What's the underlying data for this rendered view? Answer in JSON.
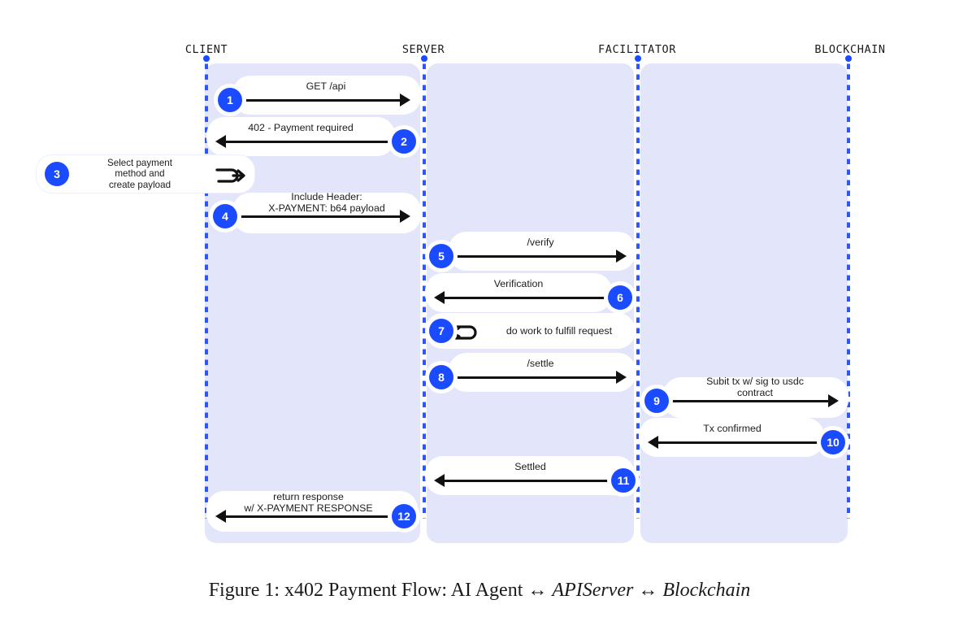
{
  "figure": {
    "caption_prefix": "Figure 1: x402 Payment Flow: AI Agent ",
    "caption_arrow1": "↔",
    "caption_italic1": "APIServer",
    "caption_arrow2": "↔",
    "caption_italic2": "Blockchain"
  },
  "colors": {
    "lane_background": "#e3e6fb",
    "lifeline": "#1a4bff",
    "badge": "#1a4bff",
    "badge_text": "#ffffff",
    "arrow": "#111111",
    "pill": "#ffffff",
    "text": "#1c1c1c"
  },
  "actors": [
    {
      "id": "client",
      "label": "CLIENT"
    },
    {
      "id": "server",
      "label": "SERVER"
    },
    {
      "id": "facilitator",
      "label": "FACILITATOR"
    },
    {
      "id": "blockchain",
      "label": "BLOCKCHAIN"
    }
  ],
  "messages": [
    {
      "number": "1",
      "label": "GET /api",
      "from": "client",
      "to": "server",
      "direction": "right"
    },
    {
      "number": "2",
      "label": "402 - Payment required",
      "from": "server",
      "to": "client",
      "direction": "left"
    },
    {
      "number": "4",
      "label": "Include Header:\nX-PAYMENT: b64 payload",
      "from": "client",
      "to": "server",
      "direction": "right"
    },
    {
      "number": "5",
      "label": "/verify",
      "from": "server",
      "to": "facilitator",
      "direction": "right"
    },
    {
      "number": "6",
      "label": "Verification",
      "from": "facilitator",
      "to": "server",
      "direction": "left"
    },
    {
      "number": "8",
      "label": "/settle",
      "from": "server",
      "to": "facilitator",
      "direction": "right"
    },
    {
      "number": "9",
      "label": "Subit tx w/ sig to usdc\ncontract",
      "from": "facilitator",
      "to": "blockchain",
      "direction": "right"
    },
    {
      "number": "10",
      "label": "Tx confirmed",
      "from": "blockchain",
      "to": "facilitator",
      "direction": "left"
    },
    {
      "number": "11",
      "label": "Settled",
      "from": "facilitator",
      "to": "server",
      "direction": "left"
    },
    {
      "number": "12",
      "label": "return response\nw/ X-PAYMENT RESPONSE",
      "from": "server",
      "to": "client",
      "direction": "left"
    }
  ],
  "self_messages": [
    {
      "number": "3",
      "label": "Select payment\nmethod and\ncreate payload",
      "actor": "client",
      "loop_direction": "right"
    },
    {
      "number": "7",
      "label": "do work to fulfill request",
      "actor": "server",
      "loop_direction": "left"
    }
  ]
}
